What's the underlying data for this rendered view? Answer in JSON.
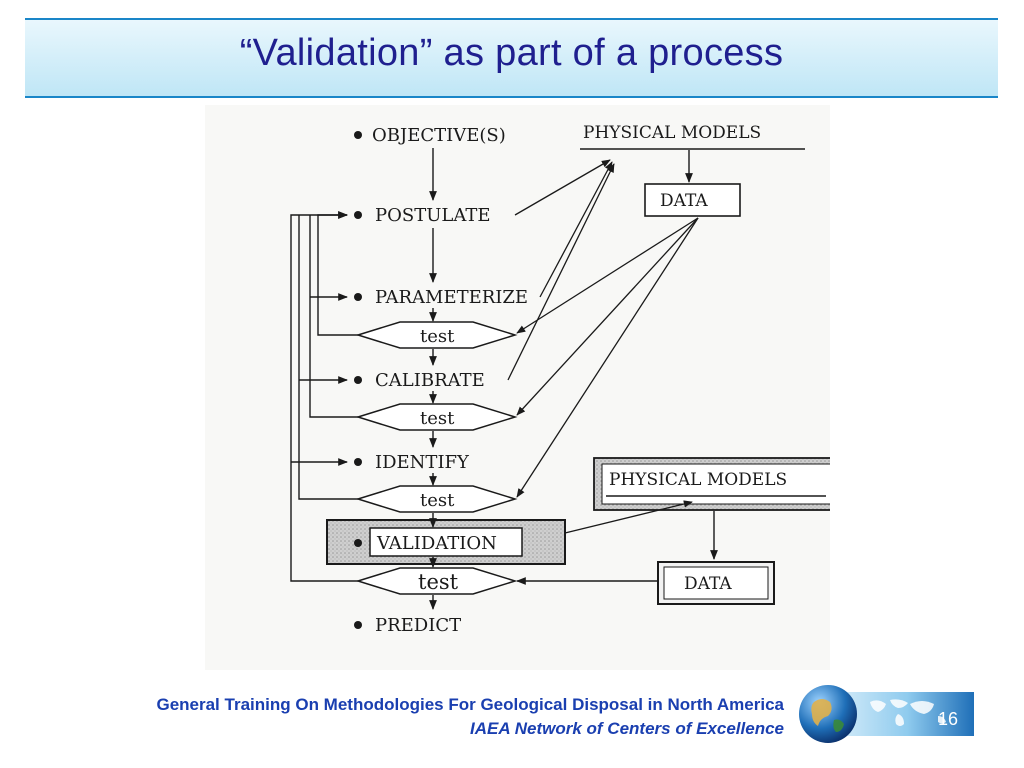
{
  "slide": {
    "title": "“Validation” as part of a process",
    "page_number": "16"
  },
  "diagram": {
    "steps": {
      "objective": "OBJECTIVE(S)",
      "postulate": "POSTULATE",
      "parameterize": "PARAMETERIZE",
      "calibrate": "CALIBRATE",
      "identify": "IDENTIFY",
      "validation": "VALIDATION",
      "predict": "PREDICT"
    },
    "test_label": "test",
    "physical_models_label": "PHYSICAL  MODELS",
    "data_label": "DATA"
  },
  "footer": {
    "line1": "General Training On Methodologies For Geological Disposal in North America",
    "line2": "IAEA Network of Centers of Excellence"
  },
  "colors": {
    "title_text": "#1f1f8f",
    "title_rule": "#1a86c8",
    "footer_text": "#1a3fb0",
    "globe": "#1f6fb8"
  }
}
